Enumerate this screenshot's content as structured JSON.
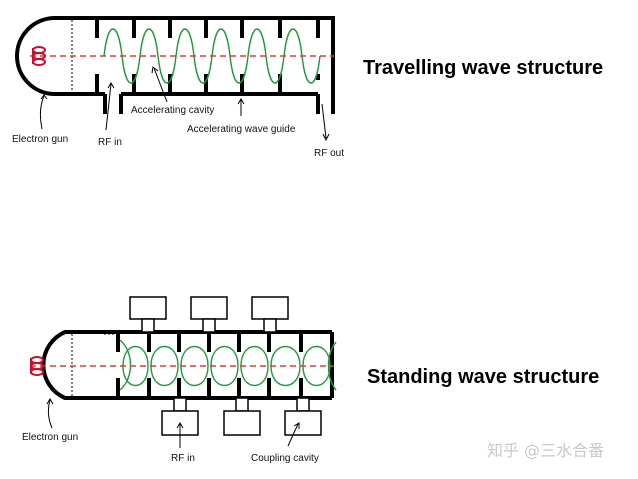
{
  "travelling": {
    "title": "Travelling wave structure",
    "labels": {
      "electron_gun": "Electron gun",
      "rf_in": "RF in",
      "accelerating_cavity": "Accelerating cavity",
      "accelerating_wave_guide": "Accelerating wave guide",
      "rf_out": "RF out"
    }
  },
  "standing": {
    "title": "Standing wave structure",
    "labels": {
      "electron_gun": "Electron gun",
      "rf_in": "RF in",
      "coupling_cavity": "Coupling cavity"
    }
  },
  "watermark": "知乎 @三水合番",
  "colors": {
    "structure": "#000000",
    "beam_axis": "#e23a3a",
    "wave": "#1f9a3a",
    "gun_coil": "#c8102e"
  }
}
